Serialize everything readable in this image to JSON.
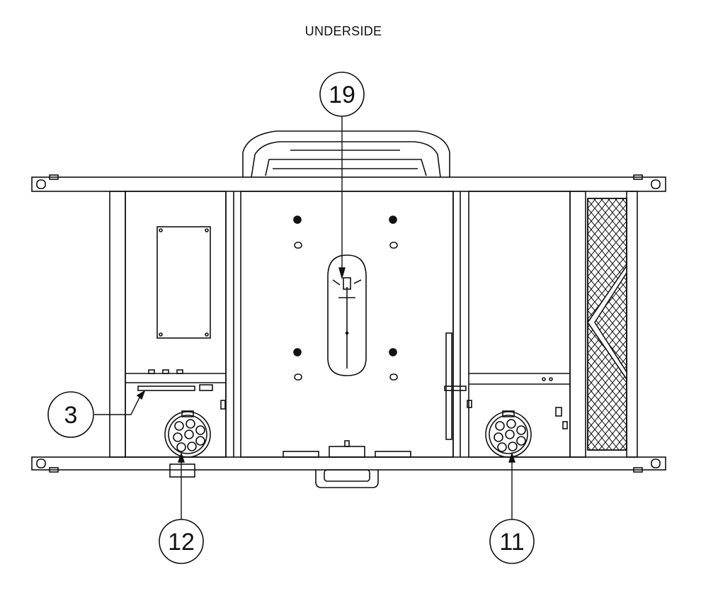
{
  "title": "UNDERSIDE",
  "callouts": [
    {
      "id": "19",
      "label": "19"
    },
    {
      "id": "3",
      "label": "3"
    },
    {
      "id": "12",
      "label": "12"
    },
    {
      "id": "11",
      "label": "11"
    }
  ]
}
